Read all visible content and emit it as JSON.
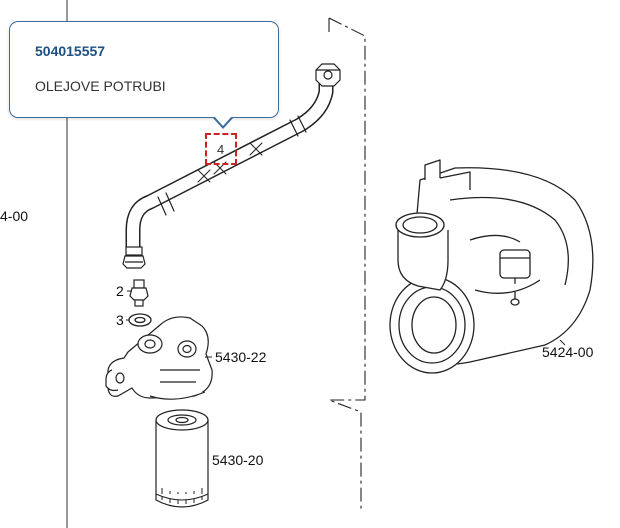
{
  "tooltip": {
    "part_number": "504015557",
    "description": "OLEJOVE POTRUBI"
  },
  "callouts": {
    "hose": "4",
    "fitting": "2",
    "washer": "3"
  },
  "references": {
    "left_cut": "4-00",
    "filter_head": "5430-22",
    "filter": "5430-20",
    "turbo": "5424-00"
  },
  "colors": {
    "tooltip_border": "#3d6e9c",
    "tooltip_title": "#1d4f80",
    "highlight": "#cc2222"
  }
}
